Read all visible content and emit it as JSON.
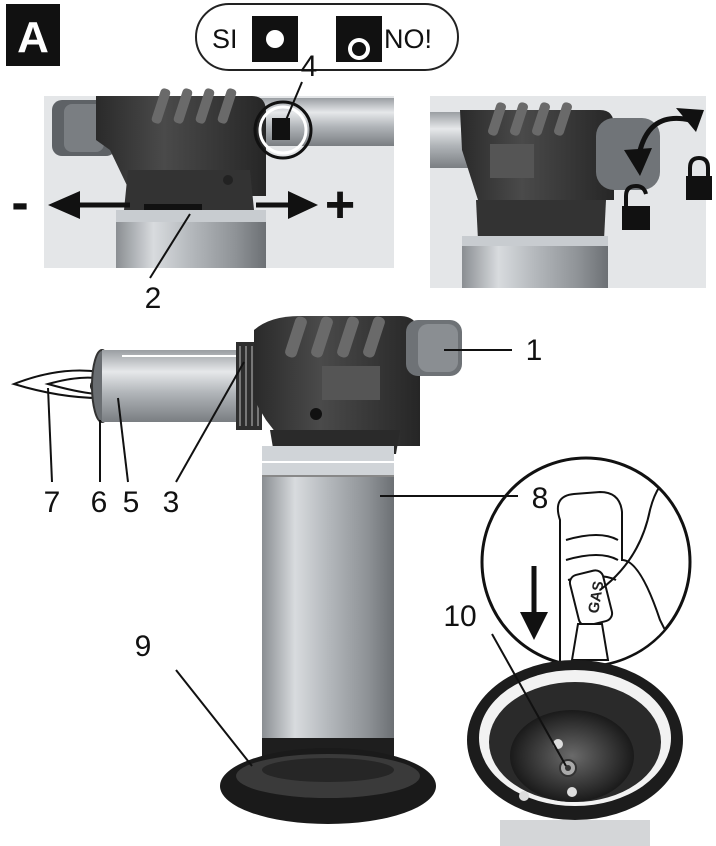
{
  "panel_letter": "A",
  "indicator": {
    "si_label": "SI",
    "no_label": "NO!"
  },
  "adjust": {
    "minus_sign": "-",
    "plus_sign": "+"
  },
  "gas_label": "GAS",
  "callouts": {
    "c1": "1",
    "c2": "2",
    "c3": "3",
    "c4": "4",
    "c5": "5",
    "c6": "6",
    "c7": "7",
    "c8": "8",
    "c9": "9",
    "c10": "10"
  },
  "colors": {
    "torch_body_dark": "#3a3a3a",
    "torch_metal": "#b8bcc0",
    "photo_background": "#e2e4e6",
    "ink": "#111111"
  }
}
